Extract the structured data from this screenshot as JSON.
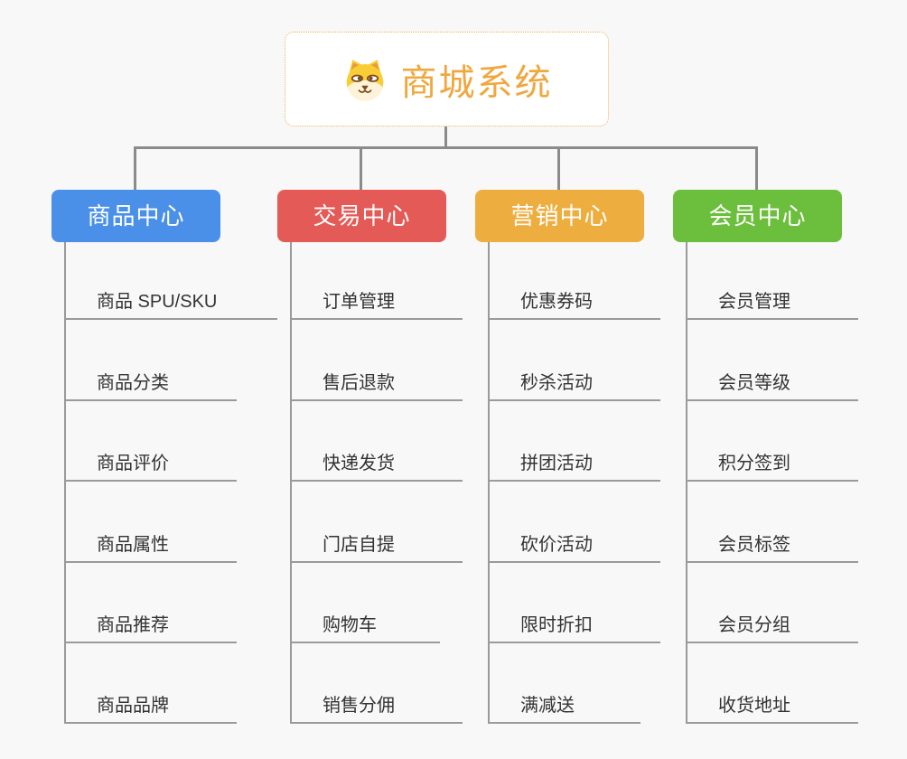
{
  "root": {
    "title": "商城系统",
    "title_color": "#f0a73e",
    "icon": "shiba-dog-icon",
    "border_color": "#f2b15a"
  },
  "branches": [
    {
      "label": "商品中心",
      "color": "#4a90e8",
      "children": [
        "商品 SPU/SKU",
        "商品分类",
        "商品评价",
        "商品属性",
        "商品推荐",
        "商品品牌"
      ]
    },
    {
      "label": "交易中心",
      "color": "#e45a56",
      "children": [
        "订单管理",
        "售后退款",
        "快递发货",
        "门店自提",
        "购物车",
        "销售分佣"
      ]
    },
    {
      "label": "营销中心",
      "color": "#eeae3f",
      "children": [
        "优惠券码",
        "秒杀活动",
        "拼团活动",
        "砍价活动",
        "限时折扣",
        "满减送"
      ]
    },
    {
      "label": "会员中心",
      "color": "#6cbe3d",
      "children": [
        "会员管理",
        "会员等级",
        "积分签到",
        "会员标签",
        "会员分组",
        "收货地址"
      ]
    }
  ],
  "colors": {
    "background": "#f8f8f8",
    "connector": "#8b8b8b",
    "leaf_line": "#9a9a9a",
    "leaf_text": "#333333",
    "branch_text": "#ffffff"
  }
}
